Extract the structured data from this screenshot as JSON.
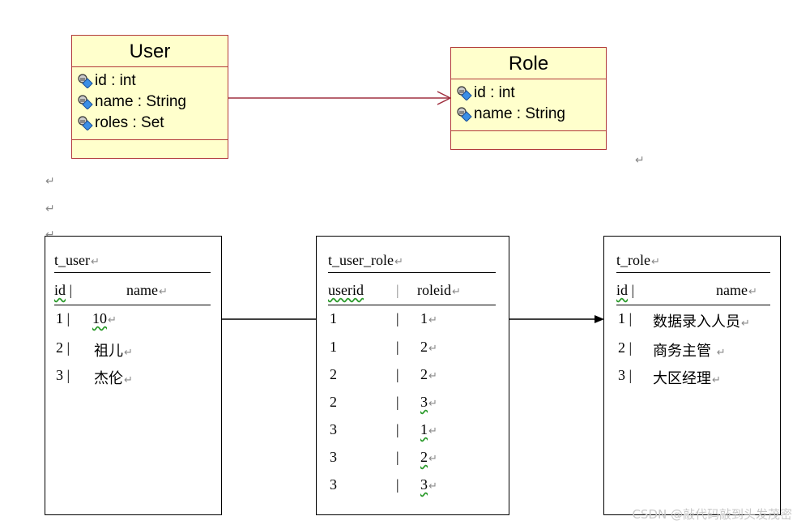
{
  "uml": {
    "user": {
      "title": "User",
      "attrs": [
        "id : int",
        "name : String",
        "roles : Set"
      ]
    },
    "role": {
      "title": "Role",
      "attrs": [
        "id : int",
        "name : String"
      ]
    }
  },
  "tables": {
    "t_user": {
      "name": "t_user",
      "col1": "id",
      "col2": "name",
      "rows": [
        {
          "id": "1",
          "name": "10"
        },
        {
          "id": "2",
          "name": "祖儿"
        },
        {
          "id": "3",
          "name": "杰伦"
        }
      ]
    },
    "t_user_role": {
      "name": "t_user_role",
      "col1": "userid",
      "col2": "roleid",
      "rows": [
        {
          "userid": "1",
          "roleid": "1"
        },
        {
          "userid": "1",
          "roleid": "2"
        },
        {
          "userid": "2",
          "roleid": "2"
        },
        {
          "userid": "2",
          "roleid": "3"
        },
        {
          "userid": "3",
          "roleid": "1"
        },
        {
          "userid": "3",
          "roleid": "2"
        },
        {
          "userid": "3",
          "roleid": "3"
        }
      ]
    },
    "t_role": {
      "name": "t_role",
      "col1": "id",
      "col2": "name",
      "rows": [
        {
          "id": "1",
          "name": "数据录入人员"
        },
        {
          "id": "2",
          "name": "商务主管"
        },
        {
          "id": "3",
          "name": "大区经理"
        }
      ]
    }
  },
  "paragraph_mark": "↵",
  "watermark": "CSDN @敲代码敲到头发茂密",
  "colors": {
    "uml_fill": "#ffffcc",
    "uml_border": "#b23a3a",
    "association": "#a03040",
    "wavy": "#2a9a2a"
  }
}
